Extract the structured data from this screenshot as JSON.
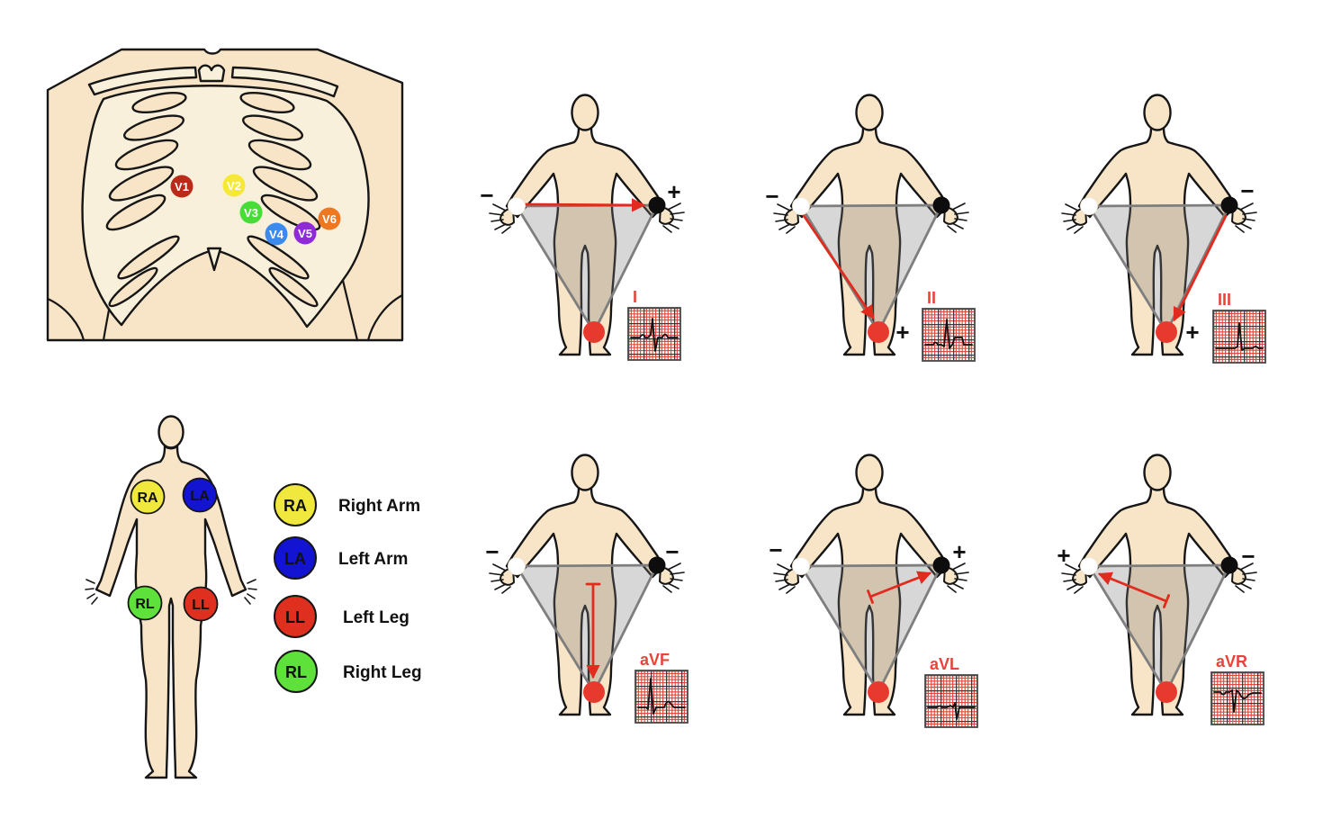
{
  "precordial": {
    "electrodes": [
      {
        "label": "V1",
        "color": "#bb2a19"
      },
      {
        "label": "V2",
        "color": "#f6e934"
      },
      {
        "label": "V3",
        "color": "#47dd36"
      },
      {
        "label": "V4",
        "color": "#3b8bef"
      },
      {
        "label": "V5",
        "color": "#8e2ad8"
      },
      {
        "label": "V6",
        "color": "#ee7722"
      }
    ]
  },
  "limb": {
    "body_electrodes": [
      {
        "label": "RA",
        "color": "#f0e83c"
      },
      {
        "label": "LA",
        "color": "#1313d2"
      },
      {
        "label": "RL",
        "color": "#5ee13a"
      },
      {
        "label": "LL",
        "color": "#de2f1f"
      }
    ],
    "legend": [
      {
        "label": "RA",
        "color": "#f0e83c",
        "text": "Right Arm"
      },
      {
        "label": "LA",
        "color": "#1313d2",
        "text": "Left Arm"
      },
      {
        "label": "LL",
        "color": "#de2f1f",
        "text": "Left Leg"
      },
      {
        "label": "RL",
        "color": "#5ee13a",
        "text": "Right Leg"
      }
    ]
  },
  "leads": [
    {
      "name": "I",
      "left_sign": "−",
      "right_sign": "+",
      "foot_sign": ""
    },
    {
      "name": "II",
      "left_sign": "−",
      "right_sign": "",
      "foot_sign": "+"
    },
    {
      "name": "III",
      "left_sign": "",
      "right_sign": "−",
      "foot_sign": "+"
    },
    {
      "name": "aVF",
      "left_sign": "−",
      "right_sign": "−",
      "foot_sign": ""
    },
    {
      "name": "aVL",
      "left_sign": "−",
      "right_sign": "+",
      "foot_sign": ""
    },
    {
      "name": "aVR",
      "left_sign": "+",
      "right_sign": "−",
      "foot_sign": ""
    }
  ],
  "colors": {
    "skin": "#f8e4c6",
    "bone": "#f8f0da",
    "outline": "#161616",
    "triangle_edge": "#7e7e7e",
    "lead_red": "#e02b1e",
    "ecg_grid_red": "#dd4a3e",
    "electrode_white": "#ffffff",
    "electrode_black": "#0d0d0d",
    "electrode_red": "#e8392f"
  }
}
